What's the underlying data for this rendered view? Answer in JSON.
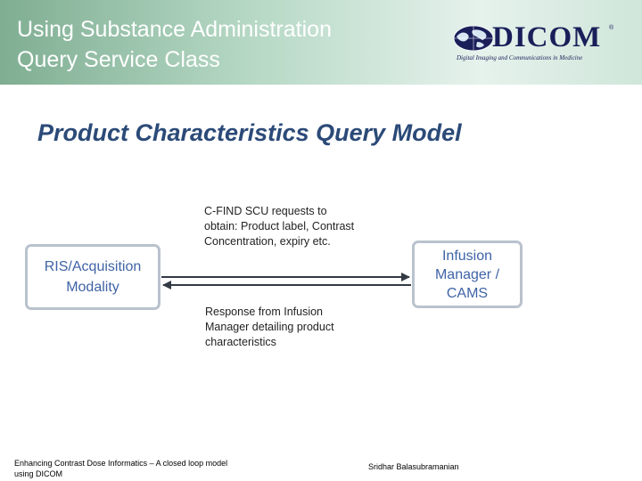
{
  "header": {
    "title_line1": "Using Substance Administration",
    "title_line2": "Query Service Class"
  },
  "logo": {
    "wordmark": "DICOM",
    "trademark": "®",
    "tagline": "Digital Imaging and Communications in Medicine"
  },
  "slide": {
    "title": "Product Characteristics Query Model"
  },
  "diagram": {
    "left_node": "RIS/Acquisition Modality",
    "right_node": "Infusion Manager / CAMS",
    "request_note": "C-FIND SCU requests to obtain: Product label, Contrast Concentration, expiry etc.",
    "response_note": "Response from Infusion Manager detailing product characteristics"
  },
  "footer": {
    "left": "Enhancing Contrast Dose Informatics – A closed loop model using DICOM",
    "right": "Sridhar Balasubramanian"
  },
  "colors": {
    "header_green": "#7fae92",
    "title_blue": "#2b4a78",
    "node_text_blue": "#3f63a6",
    "node_border": "#b9c2cd",
    "logo_navy": "#1a1f5a"
  }
}
